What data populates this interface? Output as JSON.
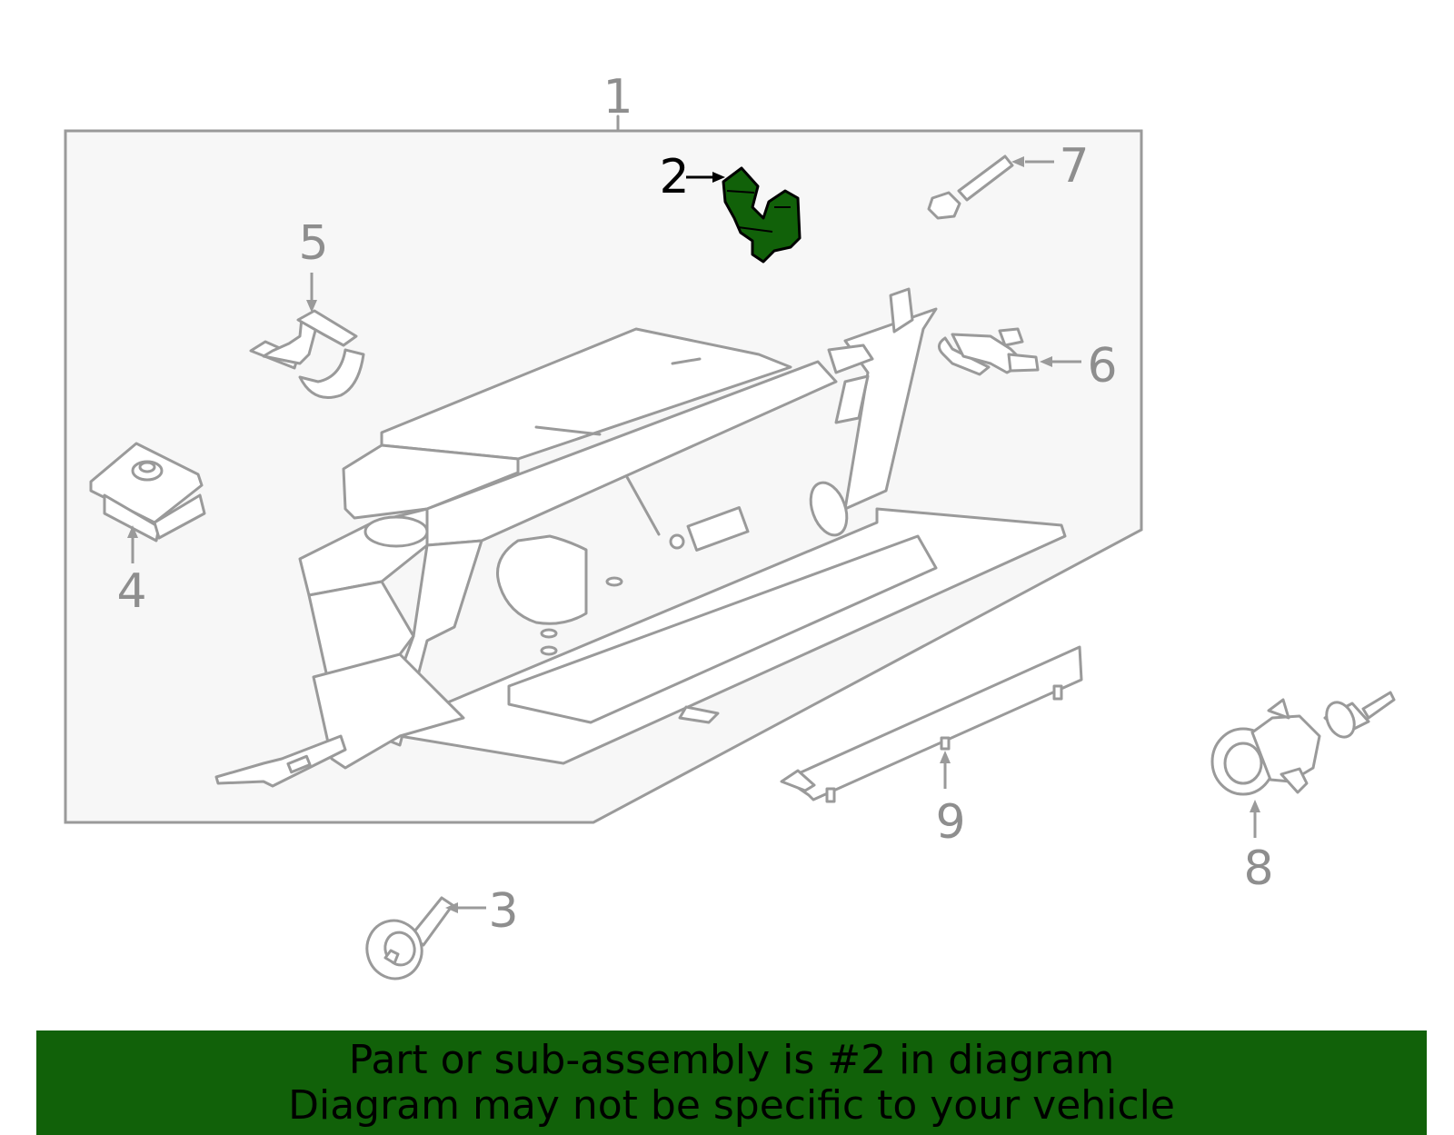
{
  "diagram": {
    "highlight_color": "#116109",
    "callouts": [
      {
        "id": "1",
        "label": "1",
        "highlighted": false
      },
      {
        "id": "2",
        "label": "2",
        "highlighted": true
      },
      {
        "id": "3",
        "label": "3",
        "highlighted": false
      },
      {
        "id": "4",
        "label": "4",
        "highlighted": false
      },
      {
        "id": "5",
        "label": "5",
        "highlighted": false
      },
      {
        "id": "6",
        "label": "6",
        "highlighted": false
      },
      {
        "id": "7",
        "label": "7",
        "highlighted": false
      },
      {
        "id": "8",
        "label": "8",
        "highlighted": false
      },
      {
        "id": "9",
        "label": "9",
        "highlighted": false
      }
    ]
  },
  "banner": {
    "line1": "Part or sub-assembly is #2 in diagram",
    "line2": "Diagram may not be specific to your vehicle",
    "background_color": "#116109"
  }
}
